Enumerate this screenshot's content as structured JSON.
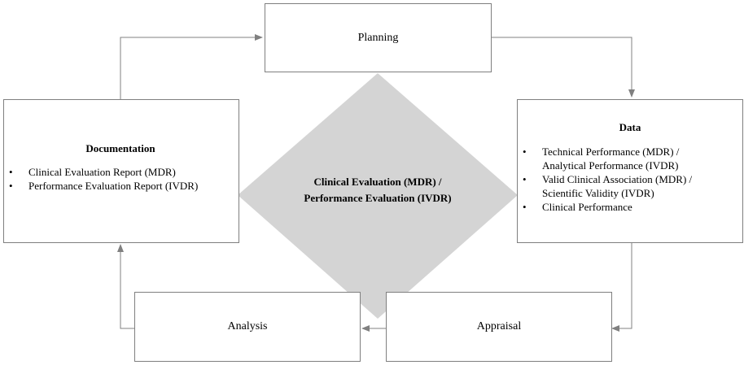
{
  "center": {
    "title_line1": "Clinical Evaluation (MDR) /",
    "title_line2": "Performance Evaluation (IVDR)"
  },
  "planning": {
    "label": "Planning"
  },
  "data_box": {
    "title": "Data",
    "items": [
      {
        "line1": "Technical Performance (MDR) /",
        "line2": "Analytical Performance (IVDR)"
      },
      {
        "line1": "Valid Clinical Association (MDR) /",
        "line2": "Scientific Validity (IVDR)"
      },
      {
        "line1": "Clinical Performance",
        "line2": ""
      }
    ]
  },
  "appraisal": {
    "label": "Appraisal"
  },
  "analysis": {
    "label": "Analysis"
  },
  "documentation": {
    "title": "Documentation",
    "items": [
      "Clinical Evaluation Report (MDR)",
      "Performance Evaluation Report (IVDR)"
    ]
  },
  "colors": {
    "diamond": "#d4d4d4",
    "border": "#7f7f7f",
    "arrow": "#808080"
  }
}
